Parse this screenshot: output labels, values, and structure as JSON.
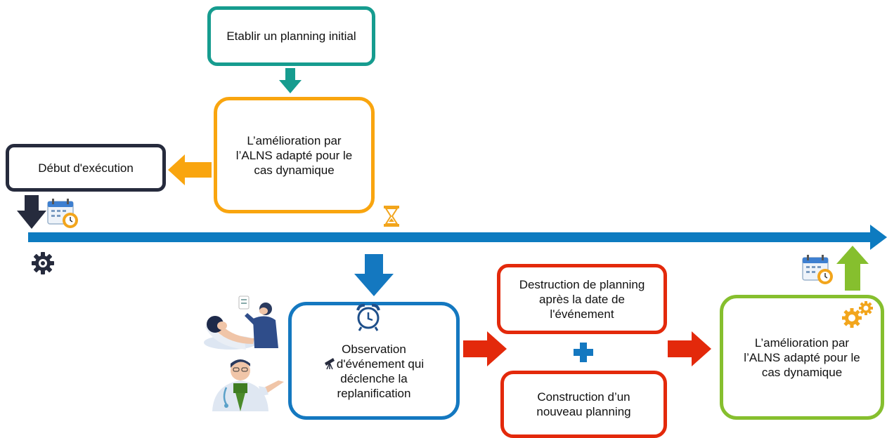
{
  "colors": {
    "teal": "#169c8f",
    "orange": "#f9a50f",
    "navy": "#262b3d",
    "timeline": "#0d7bc0",
    "blue": "#1478c0",
    "red": "#e3290b",
    "green": "#86bf2e",
    "gold": "#f2a51c"
  },
  "boxes": {
    "initial_planning": "Etablir un planning initial",
    "alns_improvement_1": {
      "line1": "L’amélioration par",
      "line2": "l’ALNS adapté pour le",
      "line3": "cas dynamique"
    },
    "execution_start": "Début d'exécution",
    "event_observation": {
      "line1": "Observation",
      "line2": "d'événement qui",
      "line3": "déclenche la",
      "line4": "replanification"
    },
    "planning_destruction": {
      "line1": "Destruction de planning",
      "line2": "après la date de",
      "line3": "l'événement"
    },
    "planning_construction": {
      "line1": "Construction d’un",
      "line2": "nouveau planning"
    },
    "alns_improvement_2": {
      "line1": "L’amélioration par",
      "line2": "l’ALNS adapté pour le",
      "line3": "cas dynamique"
    }
  },
  "icons": {
    "calendar": "calendar-clock-icon",
    "hourglass": "hourglass-icon",
    "gear": "gear-icon",
    "alarm": "alarm-clock-icon",
    "telescope": "telescope-icon",
    "plus": "plus-icon",
    "gears": "gears-icon",
    "dentist": "dentist-illustration",
    "doctor": "doctor-illustration"
  }
}
